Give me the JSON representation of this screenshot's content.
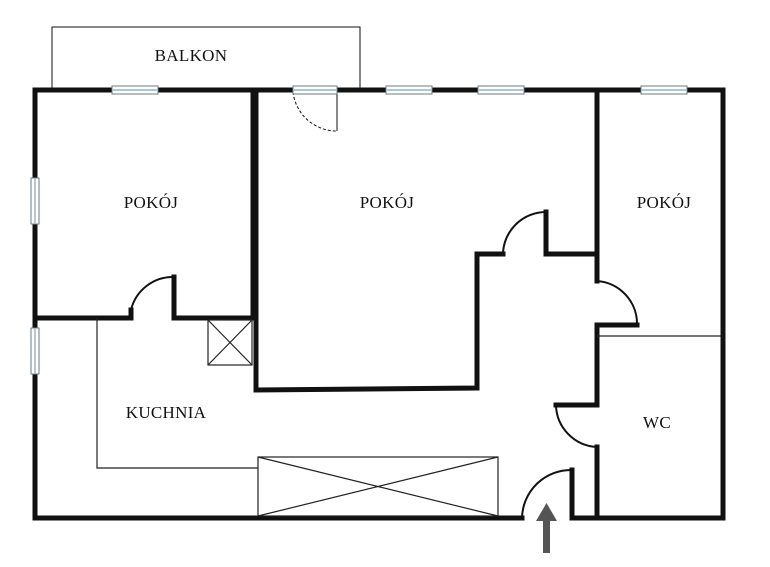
{
  "plan": {
    "rooms": [
      {
        "id": "balcony",
        "label": "BALKON"
      },
      {
        "id": "room-left",
        "label": "POKÓJ"
      },
      {
        "id": "room-center",
        "label": "POKÓJ"
      },
      {
        "id": "room-right",
        "label": "POKÓJ"
      },
      {
        "id": "kitchen",
        "label": "KUCHNIA"
      },
      {
        "id": "bathroom",
        "label": "WC"
      }
    ],
    "entrance_arrow_color": "#555555",
    "wall_color": "#111111",
    "window_color": "#8fb3c9"
  }
}
